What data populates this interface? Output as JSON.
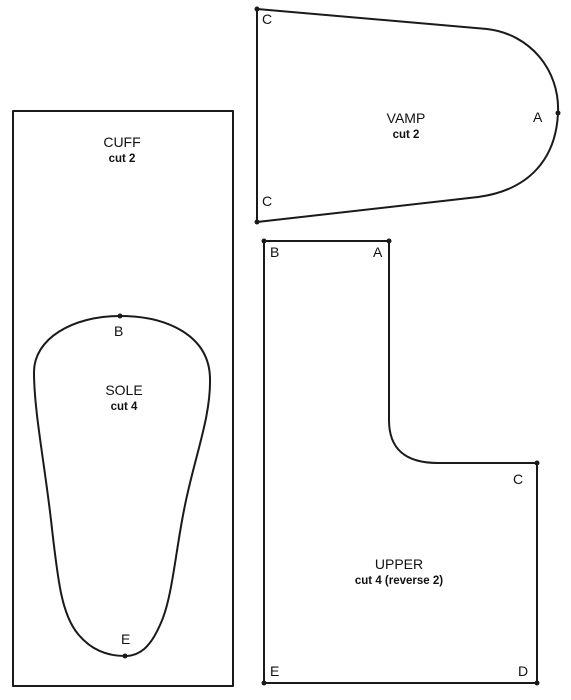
{
  "pieces": {
    "cuff": {
      "name": "CUFF",
      "instruction": "cut 2"
    },
    "sole": {
      "name": "SOLE",
      "instruction": "cut 4",
      "marks": {
        "top": "B",
        "bottom": "E"
      }
    },
    "vamp": {
      "name": "VAMP",
      "instruction": "cut 2",
      "marks": {
        "top_left": "C",
        "bottom_left": "C",
        "toe": "A"
      }
    },
    "upper": {
      "name": "UPPER",
      "instruction": "cut 4 (reverse 2)",
      "marks": {
        "top_left": "B",
        "top_right": "A",
        "mid_right": "C",
        "bottom_left": "E",
        "bottom_right": "D"
      }
    }
  },
  "colors": {
    "line": "#1a1a1a",
    "background": "#ffffff"
  }
}
